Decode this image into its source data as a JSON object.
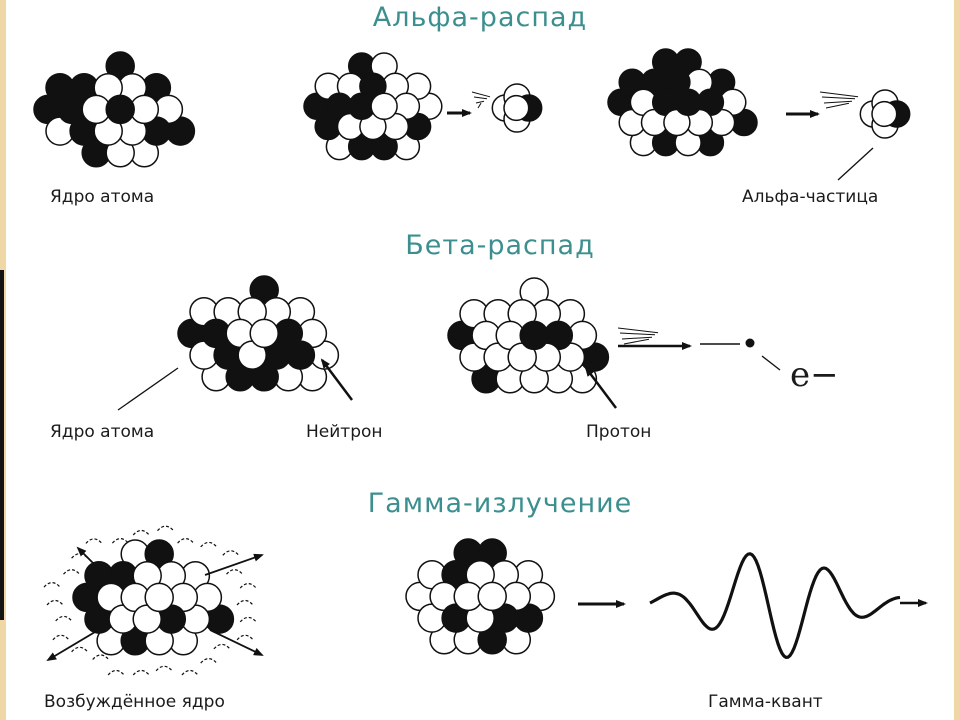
{
  "sections": {
    "alpha": {
      "title": "Альфа-распад",
      "label_nucleus": "Ядро атома",
      "label_alpha_particle": "Альфа-частица"
    },
    "beta": {
      "title": "Бета-распад",
      "label_nucleus": "Ядро атома",
      "label_neutron": "Нейтрон",
      "label_proton": "Протон",
      "label_electron": "e−"
    },
    "gamma": {
      "title": "Гамма-излучение",
      "label_excited_nucleus": "Возбуждённое ядро",
      "label_gamma_quantum": "Гамма-квант"
    }
  },
  "colors": {
    "title": "#3d8f8f",
    "ink": "#1b1b1b",
    "frame": "#efd7a6"
  }
}
